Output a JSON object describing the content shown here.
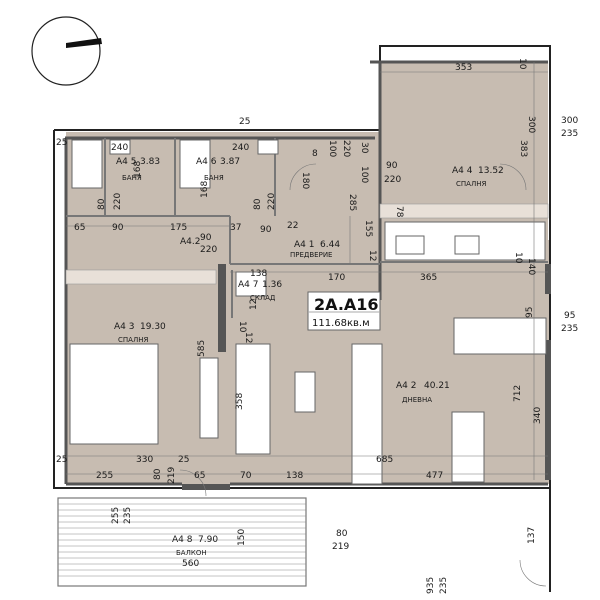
{
  "apartment": {
    "code": "2A.A16",
    "area": "111.68кв.м"
  },
  "rooms": [
    {
      "id": "a4-1",
      "name": "A4 1",
      "area": "6.44",
      "label": "ПРЕДВЕРИЕ"
    },
    {
      "id": "a4-2",
      "name": "A4 2",
      "area": "40.21",
      "label": "ДНЕВНА"
    },
    {
      "id": "a4-3",
      "name": "A4 3",
      "area": "19.30",
      "label": "СПАЛНЯ"
    },
    {
      "id": "a4-4",
      "name": "A4 4",
      "area": "13.52",
      "label": "СПАЛНЯ"
    },
    {
      "id": "a4-5",
      "name": "A4 5",
      "area": "3.83",
      "label": "БАНЯ"
    },
    {
      "id": "a4-6",
      "name": "A4 6",
      "area": "3.87",
      "label": "БАНЯ"
    },
    {
      "id": "a4-7",
      "name": "A4 7",
      "area": "1.36",
      "label": "СКЛАД"
    },
    {
      "id": "a4-8",
      "name": "A4 8",
      "area": "7.90",
      "label": "БАЛКОН"
    }
  ],
  "dimensions": [
    "353",
    "10",
    "300",
    "235",
    "383",
    "300",
    "25",
    "240",
    "240",
    "25",
    "100",
    "220",
    "90",
    "220",
    "30",
    "100",
    "285",
    "155",
    "168",
    "168",
    "180",
    "80",
    "220",
    "80",
    "220",
    "78",
    "65",
    "90",
    "175",
    "37",
    "90",
    "22",
    "A4.2",
    "90",
    "220",
    "12",
    "138",
    "170",
    "365",
    "10",
    "140",
    "95",
    "235",
    "95",
    "12",
    "585",
    "358",
    "712",
    "340",
    "25",
    "330",
    "25",
    "255",
    "65",
    "70",
    "138",
    "685",
    "477",
    "80",
    "219",
    "255",
    "235",
    "150",
    "80",
    "219",
    "137",
    "560",
    "935",
    "235",
    "8",
    "10",
    "12"
  ]
}
